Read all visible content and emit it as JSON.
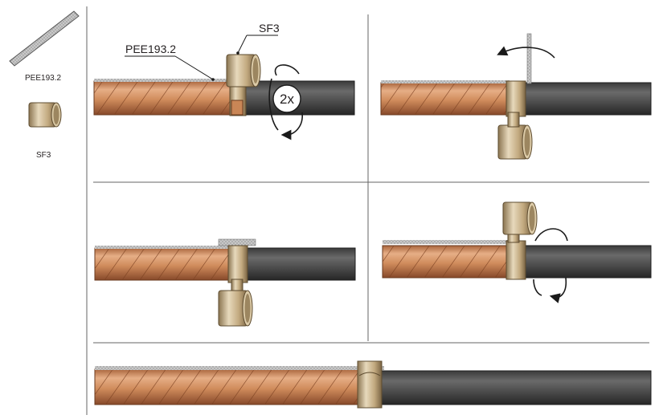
{
  "legend": {
    "tape_label": "PEE193.2",
    "sleeve_label": "SF3"
  },
  "callouts": {
    "tape_label": "PEE193.2",
    "sleeve_label": "SF3",
    "turns_label": "2x"
  },
  "colors": {
    "copper_light": "#e2a27a",
    "copper_mid": "#c98656",
    "copper_dark": "#8c5030",
    "pipe_light": "#6e6e6e",
    "pipe_mid": "#4a4a4a",
    "pipe_dark": "#2c2c2c",
    "brass_light": "#e9dcc0",
    "brass_mid": "#c5ad85",
    "brass_dark": "#7d6846",
    "tape_grey": "#bdbdbd",
    "divider": "#555555"
  },
  "icons": [
    "tape-strip-icon",
    "sleeve-icon",
    "rotation-arrow-icon",
    "curved-arrow-icon"
  ]
}
